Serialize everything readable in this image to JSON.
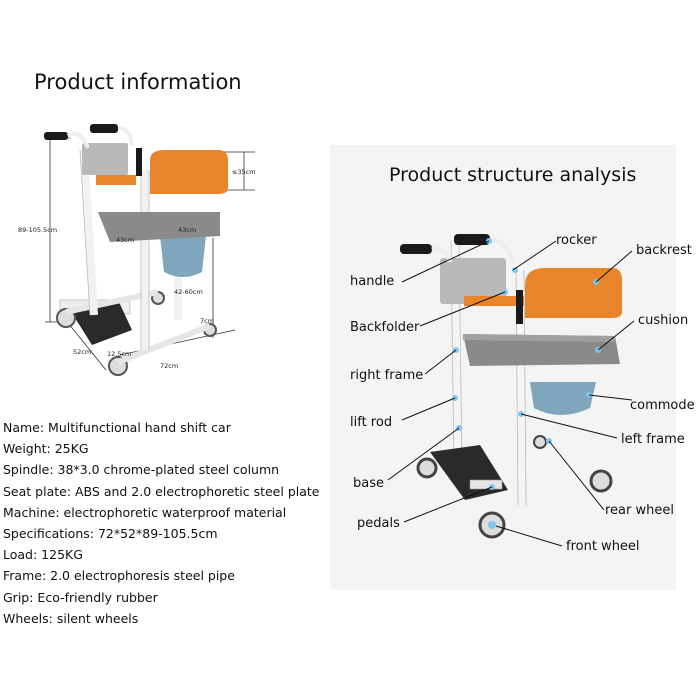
{
  "left_title": "Product information",
  "right_title": "Product structure analysis",
  "dimensions": {
    "height": "89-105.5cm",
    "backrest_depth": "≤35cm",
    "seat_width": "43cm",
    "seat_depth": "43cm",
    "seat_height": "42-60cm",
    "wheel": "7cm",
    "pedal": "12.5cm",
    "width": "52cm",
    "length": "72cm"
  },
  "specs": [
    "Name: Multifunctional hand shift car",
    "Weight: 25KG",
    "Spindle: 38*3.0 chrome-plated steel column",
    "Seat plate: ABS and 2.0 electrophoretic steel plate",
    "Machine: electrophoretic waterproof material",
    "Specifications: 72*52*89-105.5cm",
    "Load: 125KG",
    "Frame: 2.0 electrophoresis steel pipe",
    "Grip: Eco-friendly rubber",
    "Wheels: silent wheels"
  ],
  "parts": {
    "rocker": "rocker",
    "backrest": "backrest",
    "handle": "handle",
    "cushion": "cushion",
    "backfolder": "Backfolder",
    "right_frame": "right frame",
    "commode": "commode",
    "lift_rod": "lift rod",
    "left_frame": "left frame",
    "base": "base",
    "rear_wheel": "rear wheel",
    "pedals": "pedals",
    "front_wheel": "front wheel"
  },
  "colors": {
    "orange": "#e8852a",
    "frame": "#f2f2f2",
    "cushion": "#8a8a8a",
    "commode": "#7fa6bd",
    "black": "#1a1a1a",
    "highlight": "#7ec8ee"
  }
}
